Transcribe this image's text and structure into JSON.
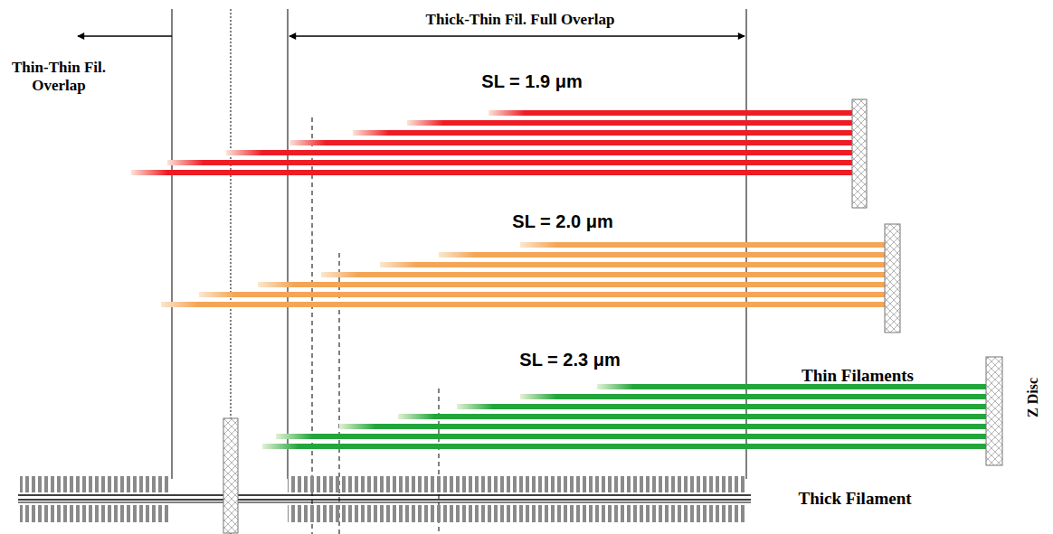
{
  "diagram": {
    "labels": [
      "Thick-Thin Fil. Full Overlap",
      "Thin-Thin Fil. Overlap",
      "SL = 1.9 μm",
      "SL = 2.0 μm",
      "SL = 2.3 μm",
      "Thin Filaments",
      "Z Disc",
      "Thick Filament"
    ]
  }
}
